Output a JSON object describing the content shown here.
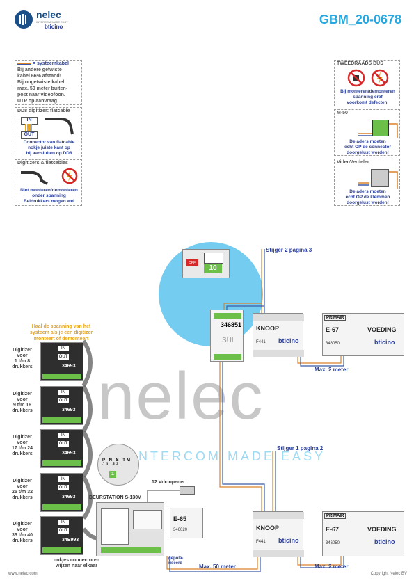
{
  "header": {
    "brand": "nelec",
    "brand_tagline": "INTERCOM MADE EASY",
    "partner": "bticino",
    "doc_number": "GBM_20-0678"
  },
  "notes_left": [
    {
      "title": "systeemkabel",
      "lines": [
        "Bij andere getwiste",
        "kabel 66% afstand!",
        "Bij ongetwiste kabel",
        "max. 50 meter buiten-",
        "post naar videofoon.",
        "UTP op aanvraag."
      ]
    },
    {
      "title": "DD8 digitizer: flatcable",
      "in_label": "IN",
      "out_label": "OUT",
      "lines": [
        "Connector van flatcable",
        "nokje juiste kant op",
        "bij aansluiten op DD8"
      ]
    },
    {
      "title": "Digitizers & flatcables",
      "lines": [
        "Niet monteren/demonteren",
        "onder spanning",
        "Beldrukkers mogen wel"
      ]
    }
  ],
  "notes_right": [
    {
      "title": "TWEEDRAADS BUS",
      "lines": [
        "Bij monteren/demonteren",
        "spanning eraf",
        "voorkomt defecten!"
      ]
    },
    {
      "title": "M-50",
      "lines": [
        "De aders moeten",
        "echt OP de connector",
        "doorgelust worden!"
      ]
    },
    {
      "title": "VideoVerdeler",
      "lines": [
        "De aders moeten",
        "echt OP de klemmen",
        "doorgelust worden!"
      ]
    }
  ],
  "warning_text": [
    "Haal de spanning van het",
    "systeem als je een digitizer",
    "monteert of demonteert"
  ],
  "digitizers": [
    {
      "label": [
        "Digitizer",
        "voor",
        "1 t/m 8",
        "drukkers"
      ],
      "code": "34693"
    },
    {
      "label": [
        "Digitizer",
        "voor",
        "9 t/m 16",
        "drukkers"
      ],
      "code": "34693"
    },
    {
      "label": [
        "Digitizer",
        "voor",
        "17 t/m 24",
        "drukkers"
      ],
      "code": "34693"
    },
    {
      "label": [
        "Digitizer",
        "voor",
        "25 t/m 32",
        "drukkers"
      ],
      "code": "34693"
    },
    {
      "label": [
        "Digitizer",
        "voor",
        "33 t/m 40",
        "drukkers"
      ],
      "code": "34E993"
    }
  ],
  "digitizer_in": "IN",
  "digitizer_out": "OUT",
  "switch_terminals": [
    "P",
    "N",
    "S",
    "TM",
    "J1",
    "J2"
  ],
  "switch_value": "1",
  "deurstation": "DEURSTATION S-130V",
  "nokjes_text": [
    "nokjes connectoren",
    "wijzen naar elkaar"
  ],
  "opener_label": "12 Vdc opener",
  "e65": {
    "name": "E-65",
    "code": "346020"
  },
  "gepolariseerd": [
    "gepola-",
    "riseerd"
  ],
  "module_346851": {
    "code": "346851",
    "off": "OFF",
    "value": "10",
    "sub": "SUI"
  },
  "knoop_top": {
    "name": "KNOOP",
    "code": "F441",
    "brand": "bticino"
  },
  "knoop_bottom": {
    "name": "KNOOP",
    "code": "F441",
    "brand": "bticino"
  },
  "e67_top": {
    "name": "E-67",
    "label": "VOEDING",
    "code": "346050",
    "primair": "PRIMAIR",
    "brand": "bticino"
  },
  "e67_bottom": {
    "name": "E-67",
    "label": "VOEDING",
    "code": "346050",
    "primair": "PRIMAIR",
    "brand": "bticino"
  },
  "stijger2": "Stijger 2 pagina 3",
  "stijger1": "Stijger 1 pagina 2",
  "max2_top": "Max. 2 meter",
  "max2_bottom": "Max. 2 meter",
  "max50": "Max. 50 meter",
  "footer_left": "www.nelec.com",
  "footer_right": "Copyright Nelec BV",
  "watermark": {
    "big": "nelec",
    "sub": "INTERCOM MADE EASY"
  },
  "colors": {
    "accent_blue": "#29a8e0",
    "text_blue": "#2a3f9a",
    "warning_orange": "#e8a317",
    "wire_orange": "#d9822b",
    "wire_blue": "#3b5aa8"
  }
}
